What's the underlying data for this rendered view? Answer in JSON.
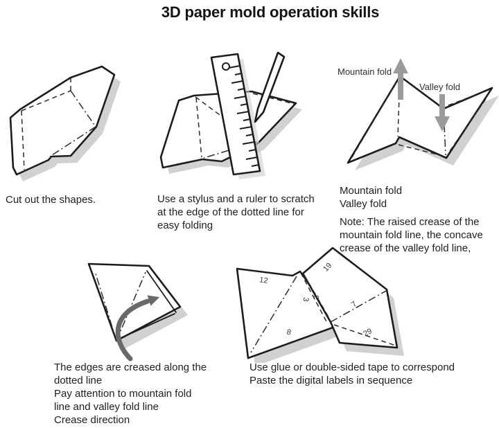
{
  "title": "3D paper mold operation skills",
  "colors": {
    "ink": "#1c1c1c",
    "shadow": "#cdcdcd",
    "tool_gray": "#b6b6b6",
    "arrow_gray": "#9a9a9a",
    "arrow_dark": "#696969"
  },
  "figures": {
    "cutout": {
      "caption": "Cut out the shapes."
    },
    "scratch": {
      "caption": "Use a stylus and a ruler to scratch\nat the edge of the dotted line for\neasy folding"
    },
    "folds": {
      "mountain_label": "Mountain fold",
      "valley_label": "Valley fold",
      "caption": "Mountain fold\nValley fold",
      "note": "Note: The raised crease of the\nmountain fold line, the concave\ncrease of the valley fold line,"
    },
    "crease": {
      "caption": "The edges are creased along the\ndotted line\nPay attention to mountain fold\nline and valley fold line\nCrease direction"
    },
    "glue": {
      "caption": "Use glue or double-sided tape to correspond\nPaste the digital labels in sequence",
      "numbers": {
        "left_top": "12",
        "left_center": "3",
        "left_bottom": "8",
        "right_top": "19",
        "right_center": "3",
        "right_mid": "7",
        "right_bottom": "29"
      }
    }
  }
}
